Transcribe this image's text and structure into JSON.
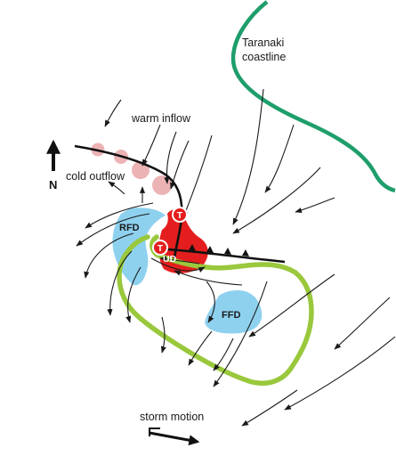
{
  "labels": {
    "coast_line1": "Taranaki",
    "coast_line2": "coastline",
    "warm_inflow": "warm inflow",
    "cold_outflow": "cold outflow",
    "north": "N",
    "rfd": "RFD",
    "ffd": "FFD",
    "ud": "UD",
    "tornado": "T",
    "storm_motion": "storm motion"
  },
  "colors": {
    "coastline": "#1e9e6b",
    "rfd": "#8ed1ef",
    "ffd": "#8ed1ef",
    "updraft": "#e41e1e",
    "outline": "#99c83c",
    "pink_dots": "#ecb3b5",
    "flow_lines": "#1a1a1a"
  },
  "icons": [
    "north-arrow-icon",
    "storm-motion-arrow-icon",
    "tornado-marker-icon"
  ]
}
